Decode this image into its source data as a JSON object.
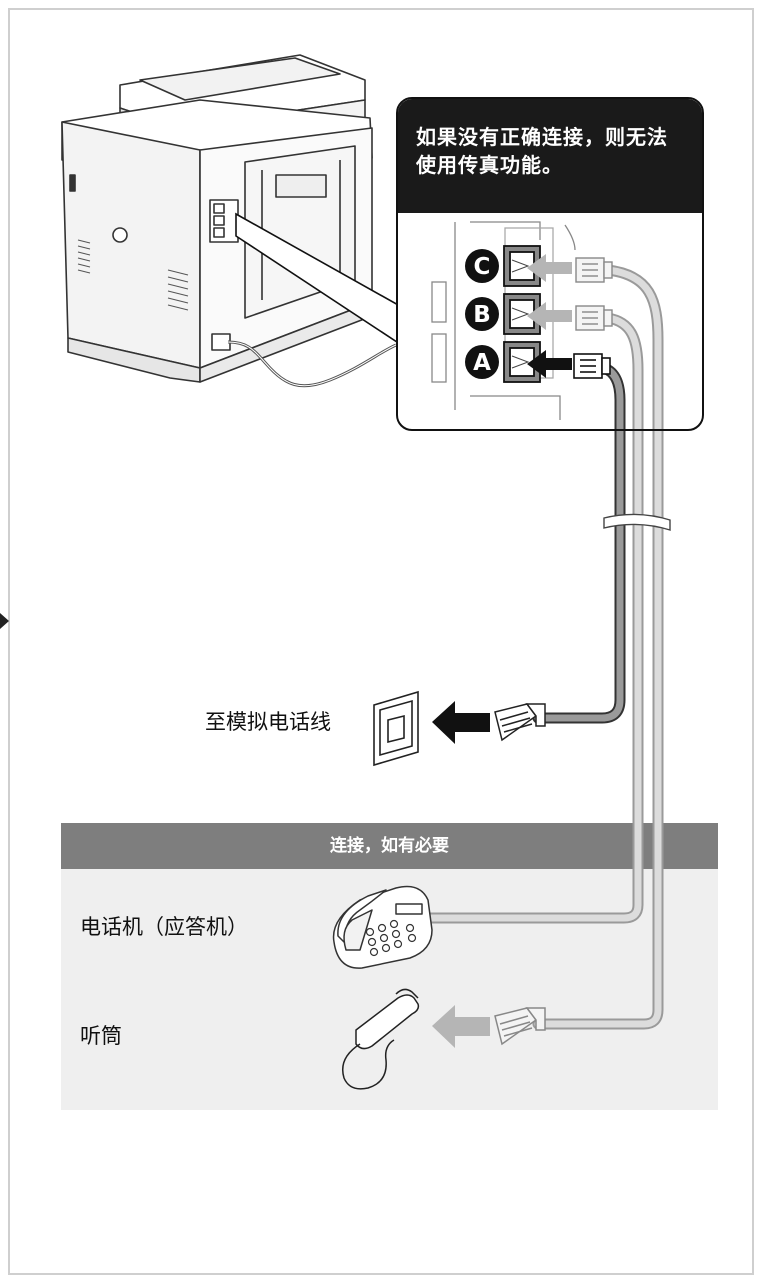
{
  "callout": {
    "warning": "如果没有正确连接，则无法使用传真功能。"
  },
  "ports": [
    {
      "id": "port-c",
      "letter": "C"
    },
    {
      "id": "port-b",
      "letter": "B"
    },
    {
      "id": "port-a",
      "letter": "A"
    }
  ],
  "labels": {
    "analog_line": "至模拟电话线"
  },
  "optional": {
    "header": "连接，如有必要",
    "telephone": "电话机（应答机）",
    "handset": "听筒"
  }
}
